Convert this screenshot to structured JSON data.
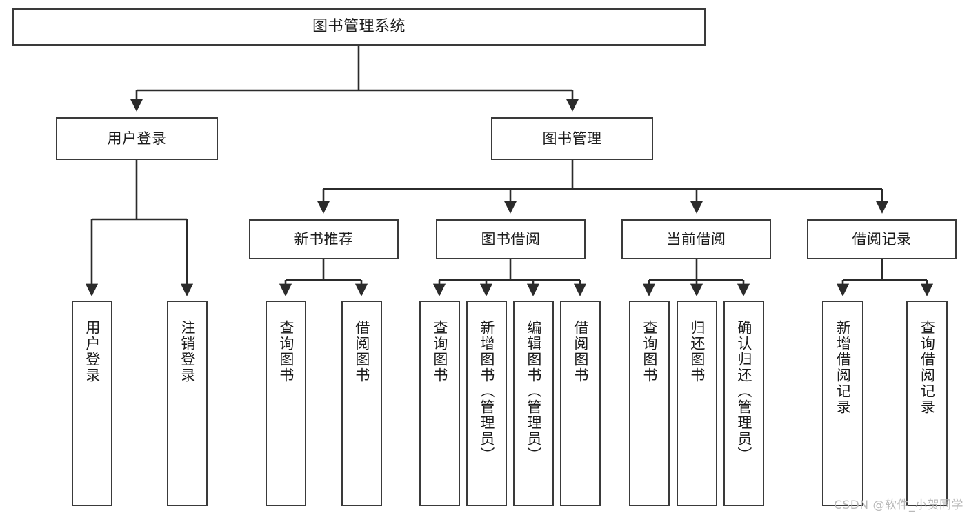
{
  "diagram": {
    "type": "tree",
    "title": "图书管理系统",
    "watermark": "CSDN @软件_小贺同学",
    "colors": {
      "box_border": "#3a3a3a",
      "box_fill": "#ffffff",
      "connector": "#2b2b2b",
      "text": "#1b1b1b",
      "watermark": "#b9b9b9"
    },
    "nodes": {
      "root": {
        "label": "图书管理系统"
      },
      "level2": [
        {
          "id": "user-login",
          "label": "用户登录"
        },
        {
          "id": "book-manage",
          "label": "图书管理"
        }
      ],
      "level3": [
        {
          "id": "new-book-recommend",
          "label": "新书推荐"
        },
        {
          "id": "book-borrow",
          "label": "图书借阅"
        },
        {
          "id": "current-borrow",
          "label": "当前借阅"
        },
        {
          "id": "borrow-record",
          "label": "借阅记录"
        }
      ],
      "leaves": {
        "user-login": [
          {
            "id": "leaf-user-login",
            "label": "用户登录"
          },
          {
            "id": "leaf-logout-login",
            "label": "注销登录"
          }
        ],
        "new-book-recommend": [
          {
            "id": "leaf-query-book-1",
            "label": "查询图书"
          },
          {
            "id": "leaf-borrow-book-1",
            "label": "借阅图书"
          }
        ],
        "book-borrow": [
          {
            "id": "leaf-query-book-2",
            "label": "查询图书"
          },
          {
            "id": "leaf-add-book",
            "label": "新增图书（管理员）"
          },
          {
            "id": "leaf-edit-book",
            "label": "编辑图书（管理员）"
          },
          {
            "id": "leaf-borrow-book-2",
            "label": "借阅图书"
          }
        ],
        "current-borrow": [
          {
            "id": "leaf-query-book-3",
            "label": "查询图书"
          },
          {
            "id": "leaf-return-book",
            "label": "归还图书"
          },
          {
            "id": "leaf-confirm-return",
            "label": "确认归还（管理员）"
          }
        ],
        "borrow-record": [
          {
            "id": "leaf-add-record",
            "label": "新增借阅记录"
          },
          {
            "id": "leaf-query-record",
            "label": "查询借阅记录"
          }
        ]
      }
    }
  }
}
